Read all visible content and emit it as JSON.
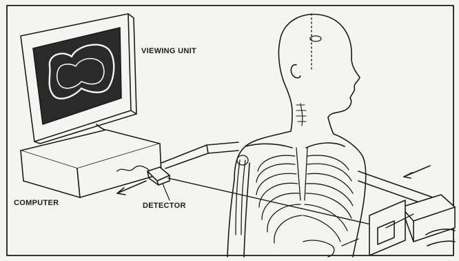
{
  "labels": {
    "viewing_unit": "VIEWING UNIT",
    "computer": "COMPUTER",
    "detector": "DETECTOR"
  },
  "colors": {
    "ink": "#1a1a1a",
    "paper": "#f4f4f2"
  }
}
